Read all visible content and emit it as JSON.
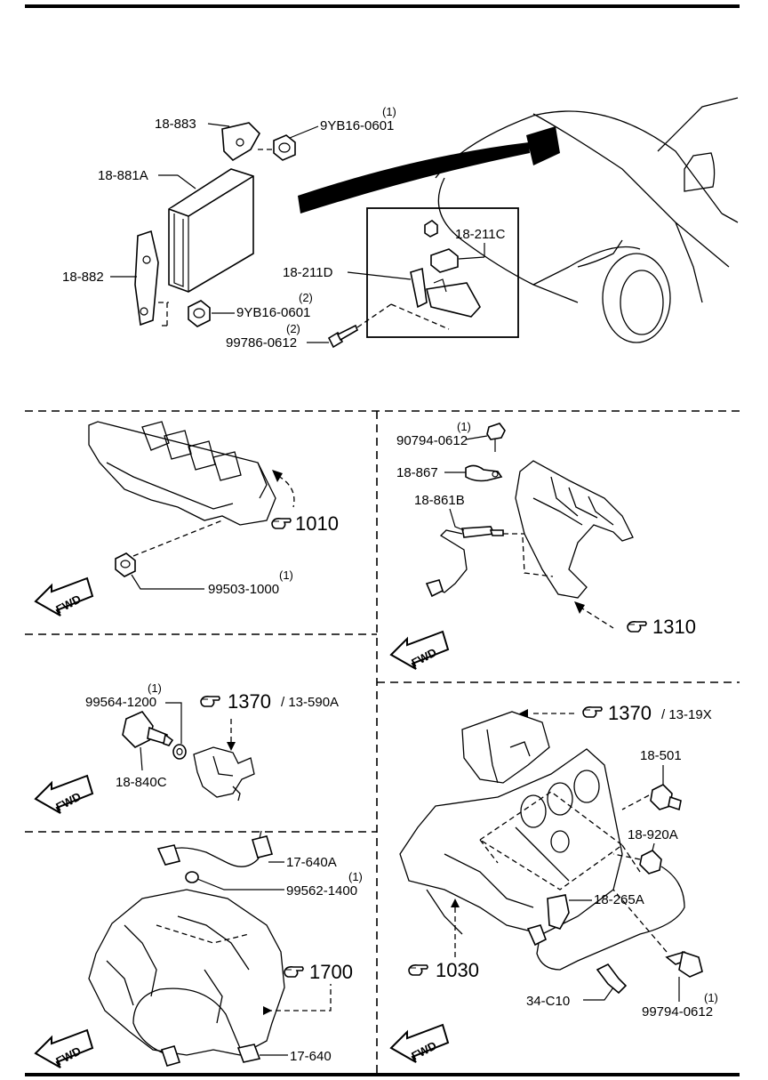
{
  "top": {
    "part_18_883": "18-883",
    "part_9yb16_0601_a": "9YB16-0601",
    "qty_9yb16_0601_a": "(1)",
    "part_18_881a": "18-881A",
    "part_18_882": "18-882",
    "part_9yb16_0601_b": "9YB16-0601",
    "qty_9yb16_0601_b": "(2)",
    "part_99786_0612": "99786-0612",
    "qty_99786_0612": "(2)",
    "part_18_211d": "18-211D",
    "part_18_211c": "18-211C"
  },
  "panel_head": {
    "ref": "1010",
    "part_99503_1000": "99503-1000",
    "qty_99503_1000": "(1)",
    "fwd": "FWD"
  },
  "panel_manifold": {
    "part_90794_0612": "90794-0612",
    "qty_90794_0612": "(1)",
    "part_18_867": "18-867",
    "part_18_861b": "18-861B",
    "ref": "1310",
    "fwd": "FWD"
  },
  "panel_thermo": {
    "part_99564_1200": "99564-1200",
    "qty_99564_1200": "(1)",
    "ref": "1370",
    "ref_sub": "/ 13-590A",
    "part_18_840c": "18-840C",
    "fwd": "FWD"
  },
  "panel_engine": {
    "ref_top": "1370",
    "ref_top_sub": "/ 13-19X",
    "part_18_501": "18-501",
    "part_18_920a": "18-920A",
    "part_18_265a": "18-265A",
    "ref_block": "1030",
    "part_34_c10": "34-C10",
    "part_99794_0612": "99794-0612",
    "qty_99794_0612": "(1)",
    "fwd": "FWD"
  },
  "panel_trans": {
    "part_17_640a": "17-640A",
    "part_99562_1400": "99562-1400",
    "qty_99562_1400": "(1)",
    "ref": "1700",
    "part_17_640": "17-640",
    "fwd": "FWD"
  }
}
